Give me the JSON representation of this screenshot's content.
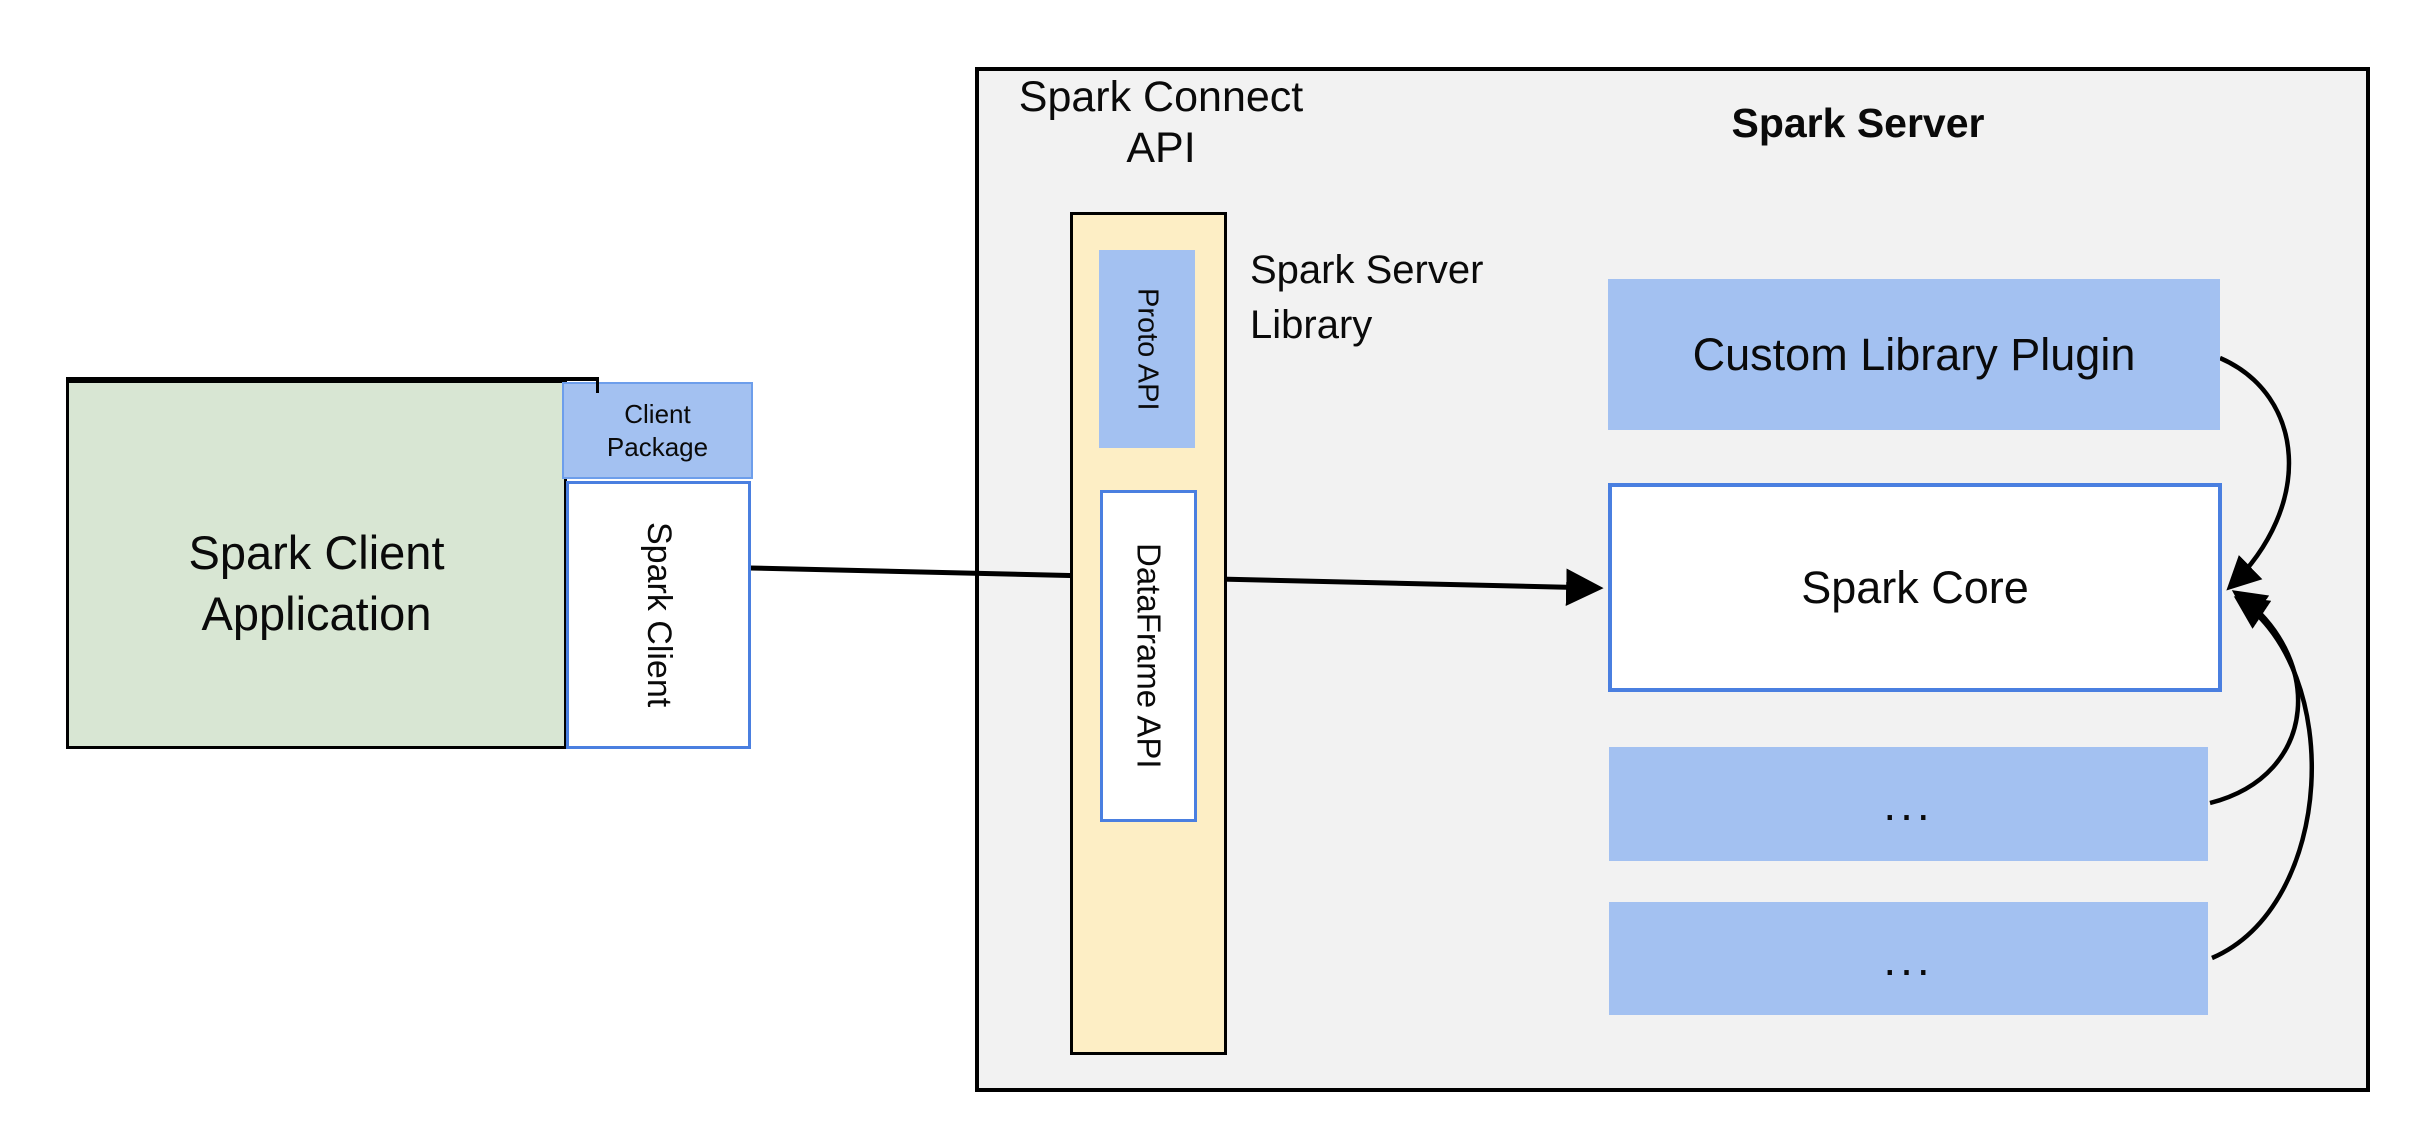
{
  "diagram": {
    "client_app": {
      "line1": "Spark Client",
      "line2": "Application"
    },
    "client_package": {
      "line1": "Client",
      "line2": "Package"
    },
    "spark_client": {
      "label": "Spark Client"
    },
    "connect_api": {
      "line1": "Spark Connect",
      "line2": "API"
    },
    "proto_api": {
      "label": "Proto API"
    },
    "dataframe_api": {
      "label": "DataFrame API"
    },
    "server_library_caption": {
      "line1": "Spark Server",
      "line2": "Library"
    },
    "spark_server": {
      "title": "Spark Server"
    },
    "custom_plugin": {
      "label": "Custom Library Plugin"
    },
    "spark_core": {
      "label": "Spark Core"
    },
    "plugin_slot_1": {
      "label": "..."
    },
    "plugin_slot_2": {
      "label": "..."
    }
  },
  "colors": {
    "background": "#ffffff",
    "server_panel": "#f2f2f2",
    "client_green": "#d8e6d3",
    "accent_blue": "#a3c1f1",
    "library_yellow": "#fdeec5",
    "box_border_blue": "#4a7fe0",
    "package_border_blue": "#6d9eeb",
    "line_black": "#000000"
  }
}
